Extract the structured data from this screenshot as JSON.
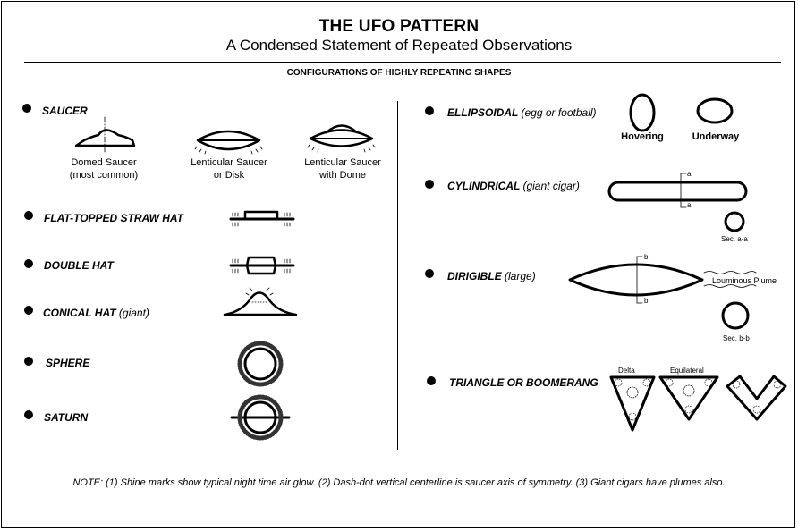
{
  "header": {
    "title": "THE UFO PATTERN",
    "subtitle": "A Condensed Statement of Repeated Observations",
    "section": "CONFIGURATIONS OF HIGHLY REPEATING SHAPES"
  },
  "left": {
    "saucer": {
      "label": "SAUCER",
      "variants": [
        {
          "line1": "Domed Saucer",
          "line2": "(most common)"
        },
        {
          "line1": "Lenticular Saucer",
          "line2": "or Disk"
        },
        {
          "line1": "Lenticular Saucer",
          "line2": "with Dome"
        }
      ]
    },
    "flat_hat": {
      "label": "FLAT-TOPPED STRAW HAT"
    },
    "double_hat": {
      "label": "DOUBLE HAT"
    },
    "conical_hat": {
      "label": "CONICAL HAT",
      "qualifier": "(giant)"
    },
    "sphere": {
      "label": "SPHERE"
    },
    "saturn": {
      "label": "SATURN"
    }
  },
  "right": {
    "ellipsoidal": {
      "label": "ELLIPSOIDAL",
      "qualifier": "(egg or football)",
      "captions": [
        "Hovering",
        "Underway"
      ]
    },
    "cylindrical": {
      "label": "CYLINDRICAL",
      "qualifier": "(giant cigar)",
      "section_mark": "a",
      "section_caption": "Sec. a-a"
    },
    "dirigible": {
      "label": "DIRIGIBLE",
      "qualifier": "(large)",
      "section_mark": "b",
      "plume": "Louminous Plume",
      "section_caption": "Sec. b-b"
    },
    "triangle": {
      "label": "TRIANGLE OR BOOMERANG",
      "types": [
        "Delta",
        "Equilateral"
      ]
    }
  },
  "footer": {
    "note": "NOTE:  (1) Shine marks show typical night time air glow. (2) Dash-dot vertical centerline is saucer axis of symmetry. (3) Giant cigars have plumes also."
  }
}
